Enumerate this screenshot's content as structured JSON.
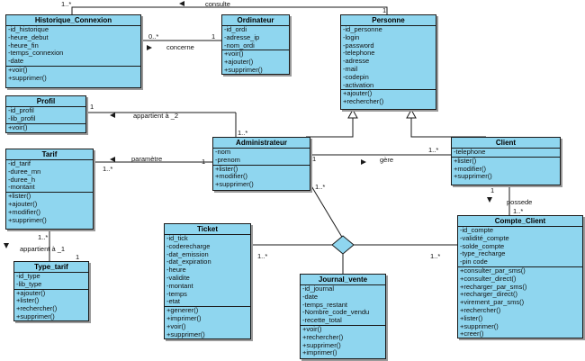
{
  "classes": [
    {
      "key": "historique",
      "name": "Historique_Connexion",
      "attributes": [
        "-id_historique",
        "-heure_debut",
        "-heure_fin",
        "-temps_connexion",
        "-date"
      ],
      "methods": [
        "+voir()",
        "+supprimer()"
      ]
    },
    {
      "key": "ordinateur",
      "name": "Ordinateur",
      "attributes": [
        "-id_ordi",
        "-adresse_ip",
        "-nom_ordi"
      ],
      "methods": [
        "+voir()",
        "+ajouter()",
        "+supprimer()"
      ]
    },
    {
      "key": "personne",
      "name": "Personne",
      "attributes": [
        "-id_personne",
        "-login",
        "-password",
        "-telephone",
        "-adresse",
        "-mail",
        "-codepin",
        "-activation"
      ],
      "methods": [
        "+ajouter()",
        "+rechercher()"
      ]
    },
    {
      "key": "profil",
      "name": "Profil",
      "attributes": [
        "-id_profil",
        "-lib_profil"
      ],
      "methods": [
        "+voir()"
      ]
    },
    {
      "key": "administrateur",
      "name": "Administrateur",
      "attributes": [
        "-nom",
        "-prenom"
      ],
      "methods": [
        "+lister()",
        "+modifier()",
        "+supprimer()"
      ]
    },
    {
      "key": "client",
      "name": "Client",
      "attributes": [
        "-telephone"
      ],
      "methods": [
        "+lister()",
        "+modifier()",
        "+supprimer()"
      ]
    },
    {
      "key": "tarif",
      "name": "Tarif",
      "attributes": [
        "-id_tarif",
        "-duree_mn",
        "-duree_h",
        "-montant"
      ],
      "methods": [
        "+lister()",
        "+ajouter()",
        "+modifier()",
        "+supprimer()"
      ]
    },
    {
      "key": "ticket",
      "name": "Ticket",
      "attributes": [
        "-id_tick",
        "-coderecharge",
        "-dat_emission",
        "-dat_expiration",
        "-heure",
        "-validite",
        "-montant",
        "-temps",
        "-etat"
      ],
      "methods": [
        "+generer()",
        "+imprimer()",
        "+voir()",
        "+supprimer()"
      ]
    },
    {
      "key": "type_tarif",
      "name": "Type_tarif",
      "attributes": [
        "-id_type",
        "-lib_type"
      ],
      "methods": [
        "+ajouter()",
        "+lister()",
        "+rechercher()",
        "+supprimer()"
      ]
    },
    {
      "key": "journal",
      "name": "Journal_vente",
      "attributes": [
        "-id_journal",
        "-date",
        "-temps_restant",
        "-Nombre_code_vendu",
        "-recette_total"
      ],
      "methods": [
        "+voir()",
        "+rechercher()",
        "+supprimer()",
        "+imprimer()"
      ]
    },
    {
      "key": "compte",
      "name": "Compte_Client",
      "attributes": [
        "-id_compte",
        "-validité_compte",
        "-solde_compte",
        "-type_recharge",
        "-pin code"
      ],
      "methods": [
        "+consulter_par_sms()",
        "+consulter_direct()",
        "+recharger_par_sms()",
        "+recharger_direct()",
        "+virement_par_sms()",
        "+rechercher()",
        "+lister()",
        "+supprimer()",
        "+creer()"
      ]
    }
  ],
  "associations": {
    "consulte": "consulte",
    "concerne": "concerne",
    "appartient_profil": "appartient à _2",
    "parametre": "paramètre",
    "gere": "gère",
    "possede": "possede",
    "appartient_type": "appartient à _1"
  },
  "multiplicities": {
    "m_consulte_hist": "1..*",
    "m_consulte_pers": "1",
    "m_concerne_hist": "0..*",
    "m_concerne_ordi": "1",
    "m_profil": "1",
    "m_profil_admin": "1..*",
    "m_tarif": "1..*",
    "m_tarif_admin": "1",
    "m_gere_admin": "1",
    "m_gere_client": "1..*",
    "m_client_possede": "1",
    "m_compte_possede": "1..*",
    "m_tarif_type": "1..*",
    "m_type_tarif": "1",
    "m_admin_ternary": "1..*",
    "m_ticket_ternary": "1..*",
    "m_compte_ternary": "1..*"
  }
}
